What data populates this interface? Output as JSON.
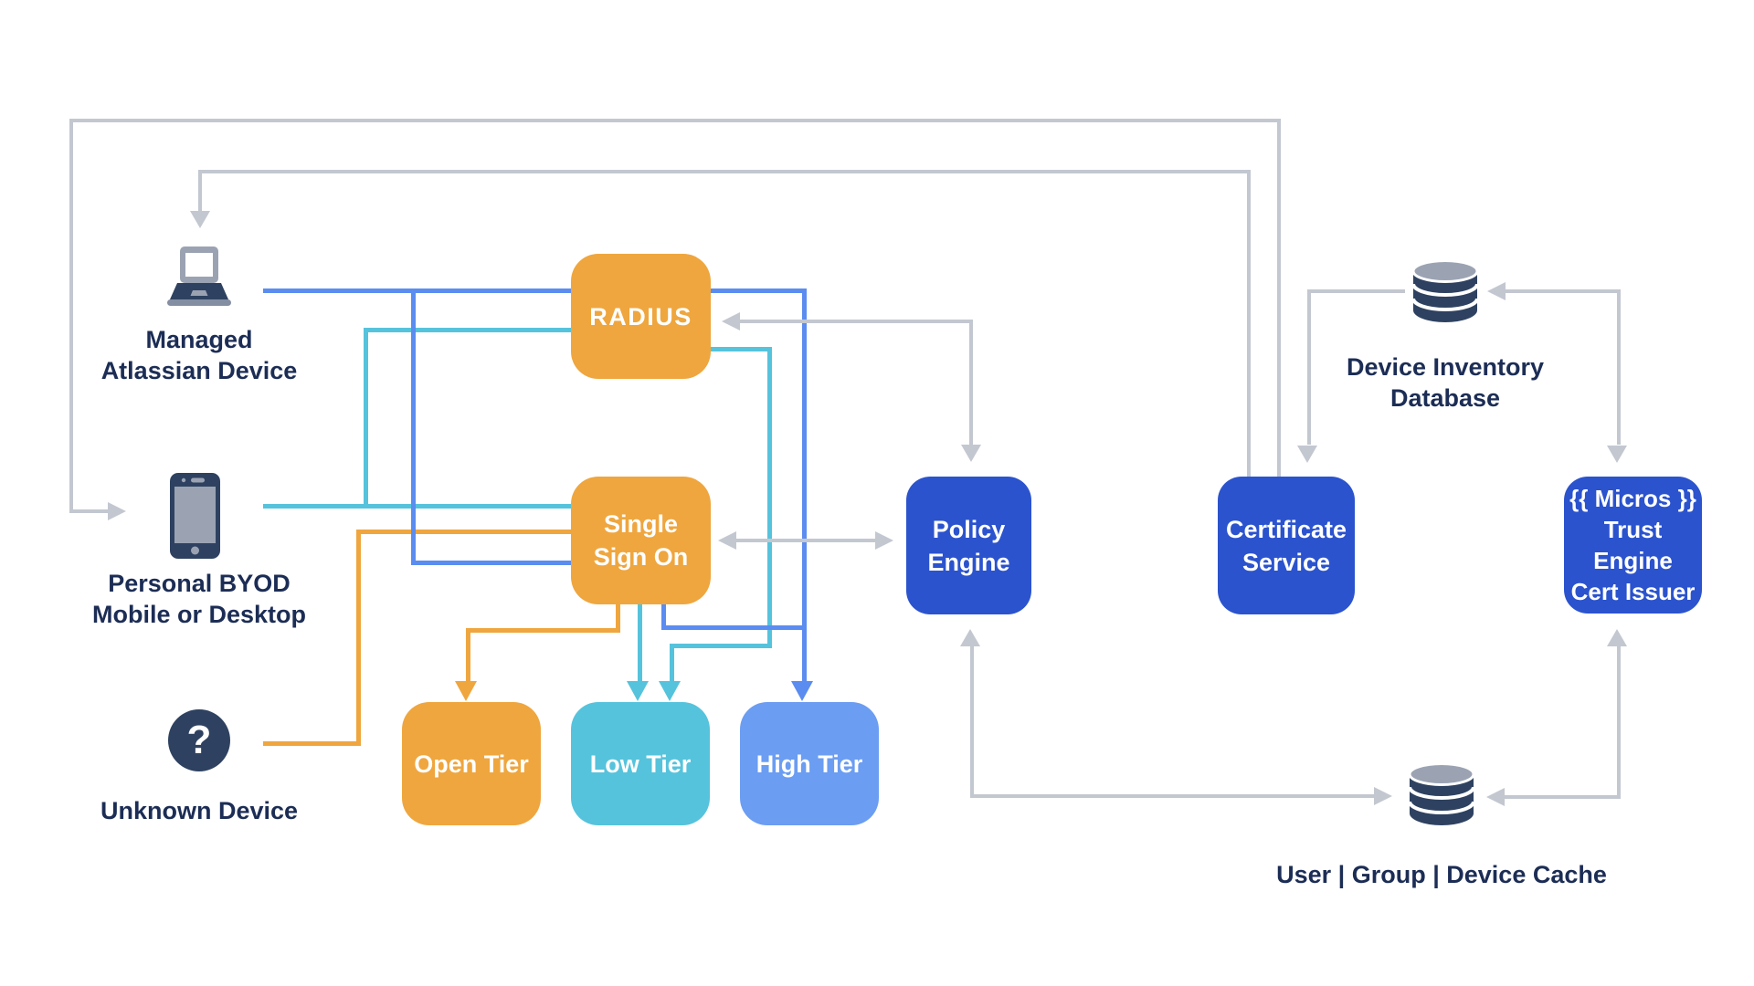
{
  "palette": {
    "orange": "#EFA63E",
    "cyan": "#56C3DC",
    "line_blue": "#5B8CF0",
    "dark_blue": "#2B53CE",
    "light_blue": "#6B9DF2",
    "connector_gray": "#C3C7D0",
    "text_navy": "#1C2D55",
    "icon_navy": "#2E4160",
    "icon_gray": "#9BA3B3"
  },
  "nodes": {
    "radius": {
      "label": "RADIUS"
    },
    "sso": {
      "lines": [
        "Single",
        "Sign On"
      ]
    },
    "open_tier": {
      "label": "Open Tier"
    },
    "low_tier": {
      "label": "Low Tier"
    },
    "high_tier": {
      "label": "High Tier"
    },
    "policy_engine": {
      "lines": [
        "Policy",
        "Engine"
      ]
    },
    "certificate_service": {
      "lines": [
        "Certificate",
        "Service"
      ]
    },
    "micros_trust_engine": {
      "lines": [
        "{{ Micros }}",
        "Trust Engine",
        "Cert Issuer"
      ]
    }
  },
  "devices": {
    "managed": {
      "icon": "laptop-icon",
      "lines": [
        "Managed",
        "Atlassian Device"
      ]
    },
    "byod": {
      "icon": "smartphone-icon",
      "lines": [
        "Personal BYOD",
        "Mobile or Desktop"
      ]
    },
    "unknown": {
      "icon": "question-mark-icon",
      "glyph": "?",
      "lines": [
        "Unknown Device"
      ]
    }
  },
  "datastores": {
    "device_inventory": {
      "icon": "database-icon",
      "lines": [
        "Device Inventory",
        "Database"
      ]
    },
    "user_cache": {
      "icon": "database-icon",
      "lines": [
        "User | Group | Device Cache"
      ]
    }
  }
}
